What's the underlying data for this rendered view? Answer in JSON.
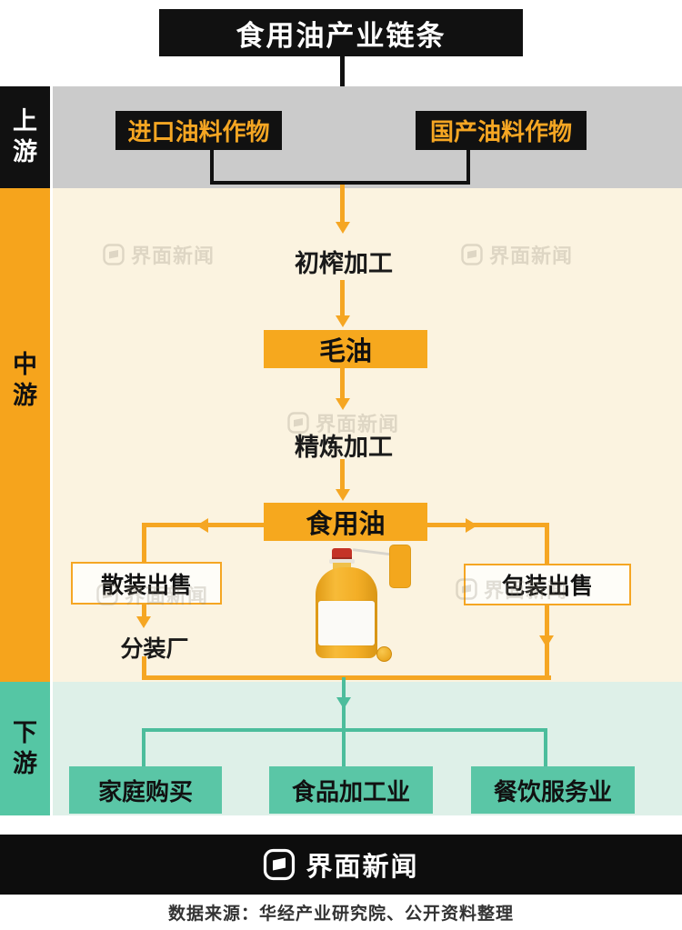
{
  "title": "食用油产业链条",
  "sections": {
    "upstream": {
      "label": "上游",
      "nodes": {
        "imported": "进口油料作物",
        "domestic": "国产油料作物"
      }
    },
    "midstream": {
      "label": "中游",
      "nodes": {
        "pressing": "初榨加工",
        "crude_oil": "毛油",
        "refining": "精炼加工",
        "edible_oil": "食用油",
        "bulk_sale": "散装出售",
        "packaged_sale": "包装出售",
        "repack_plant": "分装厂"
      }
    },
    "downstream": {
      "label": "下游",
      "nodes": {
        "household": "家庭购买",
        "food_processing": "食品加工业",
        "catering": "餐饮服务业"
      }
    }
  },
  "watermark_text": "界面新闻",
  "footer": {
    "brand": "界面新闻",
    "source": "数据来源：华经产业研究院、公开资料整理"
  },
  "colors": {
    "accent_orange": "#F5A623",
    "node_orange": "#F6A81E",
    "black": "#111111",
    "upstream_bg": "#CBCBCB",
    "midstream_bg": "#FBF3E0",
    "downstream_bg": "#DEF0E8",
    "teal_line": "#4CBD9C",
    "teal_box": "#5AC6A6"
  }
}
